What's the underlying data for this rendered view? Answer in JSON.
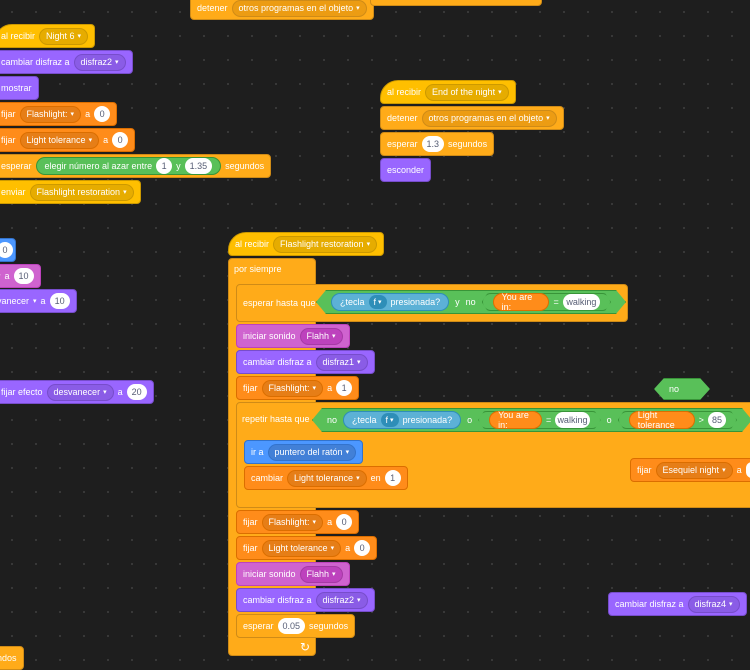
{
  "blocks": {
    "detener_top": "detener",
    "detener_top_opt": "otros programas en el objeto",
    "al_recibir": "al recibir",
    "night6_msg": "Night 6",
    "cambiar_disfraz_a": "cambiar disfraz a",
    "disfraz2": "disfraz2",
    "disfraz1": "disfraz1",
    "disfraz4": "disfraz4",
    "mostrar": "mostrar",
    "fijar": "fijar",
    "a": "a",
    "flashlight_var": "Flashlight:",
    "zero": "0",
    "light_tolerance": "Light tolerance",
    "esperar": "esperar",
    "azar": "elegir número al azar entre",
    "y": "y",
    "one": "1",
    "v135": "1.35",
    "segundos": "segundos",
    "enviar": "enviar",
    "flashlight_restoration": "Flashlight restoration",
    "end_of_night": "End of the night",
    "otros_programas": "otros programas en el objeto",
    "v13": "1.3",
    "esconder": "esconder",
    "ten": "10",
    "desvanecer_frag": "vanecer",
    "fijar_efecto": "fijar efecto",
    "desvanecer": "desvanecer",
    "twenty": "20",
    "por_siempre": "por siempre",
    "esperar_hasta_que": "esperar hasta que",
    "tecla": "¿tecla",
    "f": "f",
    "presionada": "presionada?",
    "no": "no",
    "you_are_in": "You are in:",
    "eq": "=",
    "walking": "walking",
    "iniciar_sonido": "iniciar sonido",
    "flahh": "Flahh",
    "repetir_hasta_que": "repetir hasta que",
    "o": "o",
    "gt": ">",
    "v85": "85",
    "ir_a": "ir a",
    "puntero": "puntero del ratón",
    "cambiar": "cambiar",
    "en": "en",
    "esequiel_night": "Esequiel night",
    "v005": "0.05",
    "ndos": "ndos",
    "loop_arrow": "↻",
    "dropdown_arrow": "▾"
  }
}
